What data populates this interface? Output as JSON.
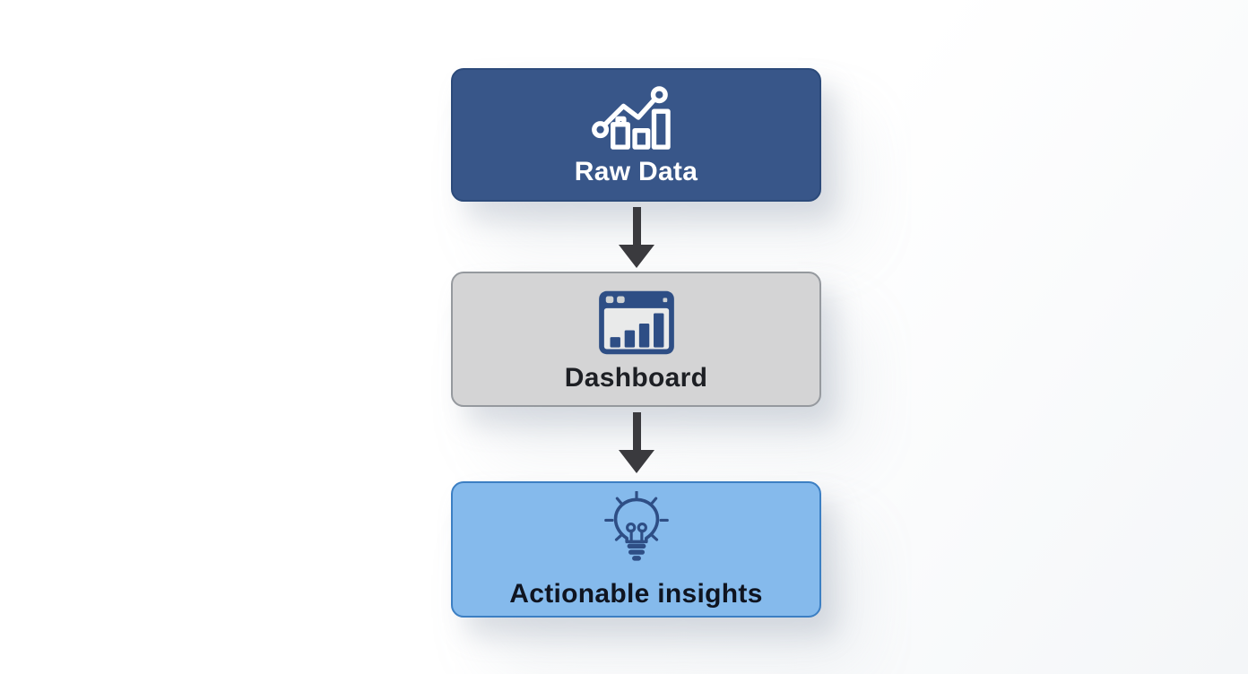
{
  "diagram": {
    "type": "flowchart",
    "direction": "top-down",
    "background": "#ffffff",
    "arrow_color": "#3a3a3e",
    "icon_color": "#2e4e85",
    "boxes": [
      {
        "id": "raw-data",
        "label": "Raw Data",
        "icon": "trend-chart-icon",
        "fill": "#385689",
        "border": "#2c4a7a",
        "text_color": "#ffffff"
      },
      {
        "id": "dashboard",
        "label": "Dashboard",
        "icon": "dashboard-window-icon",
        "fill": "#d4d4d5",
        "border": "#95999e",
        "text_color": "#1d1f24"
      },
      {
        "id": "actionable-insights",
        "label": "Actionable insights",
        "icon": "lightbulb-icon",
        "fill": "#85baec",
        "border": "#3c7fc3",
        "text_color": "#0f1420"
      }
    ],
    "connectors": [
      {
        "from": "raw-data",
        "to": "dashboard",
        "style": "arrow-down",
        "color": "#3a3a3e"
      },
      {
        "from": "dashboard",
        "to": "actionable-insights",
        "style": "arrow-down",
        "color": "#3a3a3e"
      }
    ]
  }
}
